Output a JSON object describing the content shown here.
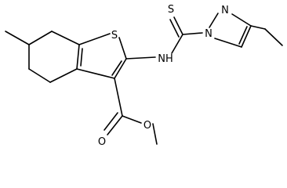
{
  "molecule": {
    "atoms": {
      "S_ring": "S",
      "S_thione": "S",
      "NH": "NH",
      "N_pz1": "N",
      "N_pz2": "N",
      "O_carbonyl": "O",
      "O_ester": "O"
    }
  }
}
